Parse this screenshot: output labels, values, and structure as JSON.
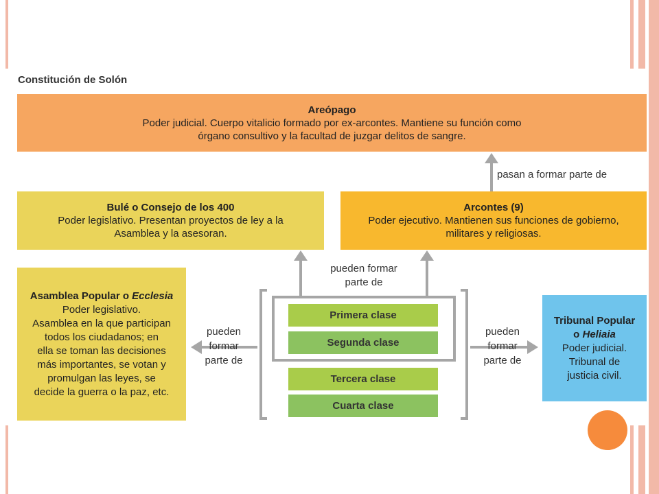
{
  "title": "Constitución de Solón",
  "areopago": {
    "name": "Areópago",
    "line1": "Poder judicial. Cuerpo vitalicio formado por ex-arcontes. Mantiene su función como",
    "line2": "órgano consultivo y la facultad de juzgar delitos de sangre."
  },
  "arrow_label_top": "pasan a formar parte de",
  "bule": {
    "name": "Bulé o Consejo de los 400",
    "line1": "Poder legislativo. Presentan proyectos de ley a la",
    "line2": "Asamblea y la asesoran."
  },
  "arcontes": {
    "name": "Arcontes (9)",
    "line1": "Poder ejecutivo. Mantienen sus funciones de gobierno,",
    "line2": "militares y religiosas."
  },
  "middle_label": {
    "line1": "pueden formar",
    "line2": "parte de"
  },
  "asamblea": {
    "name_plain": "Asamblea Popular o ",
    "name_italic": "Ecclesia",
    "lines": [
      "Poder legislativo.",
      "Asamblea en la que participan",
      "todos los ciudadanos; en",
      "ella se toman las decisiones",
      "más importantes, se votan y",
      "promulgan las leyes, se",
      "decide la guerra o la paz, etc."
    ]
  },
  "left_label": {
    "line1": "pueden",
    "line2": "formar",
    "line3": "parte de"
  },
  "right_label": {
    "line1": "pueden",
    "line2": "formar",
    "line3": "parte de"
  },
  "clases": [
    "Primera clase",
    "Segunda clase",
    "Tercera clase",
    "Cuarta clase"
  ],
  "tribunal": {
    "name_line1": "Tribunal Popular",
    "name_plain": "o ",
    "name_italic": "Heliaia",
    "lines": [
      "Poder judicial.",
      "Tribunal de",
      "justicia civil."
    ]
  },
  "colors": {
    "areopago": "#f6a660",
    "bule": "#ead45a",
    "arcontes": "#f8b82e",
    "tribunal": "#6fc4ec",
    "clase_light": "#a9cc4a",
    "clase_mid": "#8cc260",
    "arrow": "#a6a6a6"
  }
}
